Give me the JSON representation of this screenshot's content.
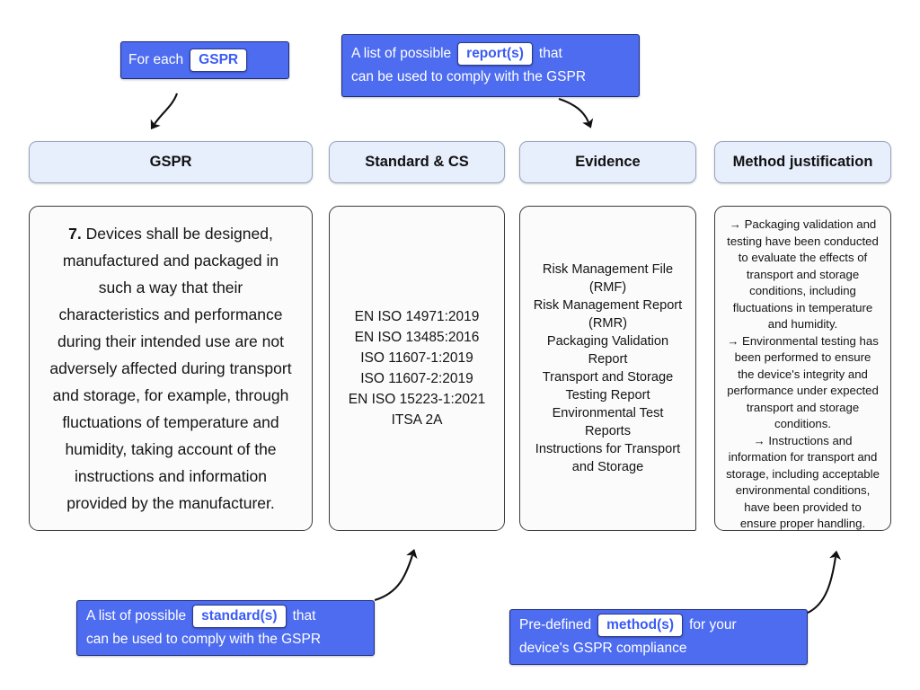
{
  "callouts": {
    "for_each": {
      "prefix": "For each",
      "chip": "GSPR",
      "suffix": "",
      "line2": ""
    },
    "reports": {
      "prefix": "A list of possible",
      "chip": "report(s)",
      "suffix": "that",
      "line2": "can be used to comply with the GSPR"
    },
    "standards": {
      "prefix": "A list of possible",
      "chip": "standard(s)",
      "suffix": "that",
      "line2": "can be used to comply with the GSPR"
    },
    "methods": {
      "prefix": "Pre-defined",
      "chip": "method(s)",
      "suffix": "for your",
      "line2": "device's GSPR compliance"
    }
  },
  "columns": [
    {
      "header": "GSPR",
      "number": "7.",
      "body": " Devices shall be designed, manufactured and packaged in such a way that their characteristics and performance during their intended use are not adversely affected during transport and storage, for example, through fluctuations of temperature and humidity, taking account of the instructions and information provided by the manufacturer."
    },
    {
      "header": "Standard & CS",
      "body": "EN ISO 14971:2019\nEN ISO 13485:2016\nISO 11607-1:2019\nISO 11607-2:2019\nEN ISO 15223-1:2021\nITSA 2A"
    },
    {
      "header": "Evidence",
      "body": "Risk Management File (RMF)\nRisk Management Report (RMR)\nPackaging Validation Report\nTransport and Storage Testing Report\nEnvironmental Test Reports\nInstructions for Transport and Storage"
    },
    {
      "header": "Method justification",
      "body": "→ Packaging validation and testing have been conducted to evaluate the effects of transport and storage conditions, including fluctuations in temperature and humidity.\n→ Environmental testing has been performed to ensure the device's integrity and performance under expected transport and storage conditions.\n→ Instructions and information for transport and storage, including acceptable environmental conditions, have been provided to ensure proper handling."
    }
  ],
  "colors": {
    "callout_blue": "#4d6cf0",
    "callout_border": "#1a2b7a",
    "chip_text": "#3b5bf5",
    "header_card_bg": "#e7eefc",
    "header_card_border": "#9aa6bd",
    "content_card_bg": "#fbfbfb",
    "content_card_border": "#3a3a3a",
    "arrow": "#111111",
    "page_bg": "#ffffff"
  },
  "arrows": [
    {
      "name": "arrow-gspr-to-column",
      "from": "for-each-callout",
      "to": "gspr-header"
    },
    {
      "name": "arrow-reports-to-column",
      "from": "reports-callout",
      "to": "evidence-header"
    },
    {
      "name": "arrow-standards-to-column",
      "from": "standards-callout",
      "to": "standard-cs-card"
    },
    {
      "name": "arrow-methods-to-column",
      "from": "methods-callout",
      "to": "method-justification-card"
    }
  ]
}
